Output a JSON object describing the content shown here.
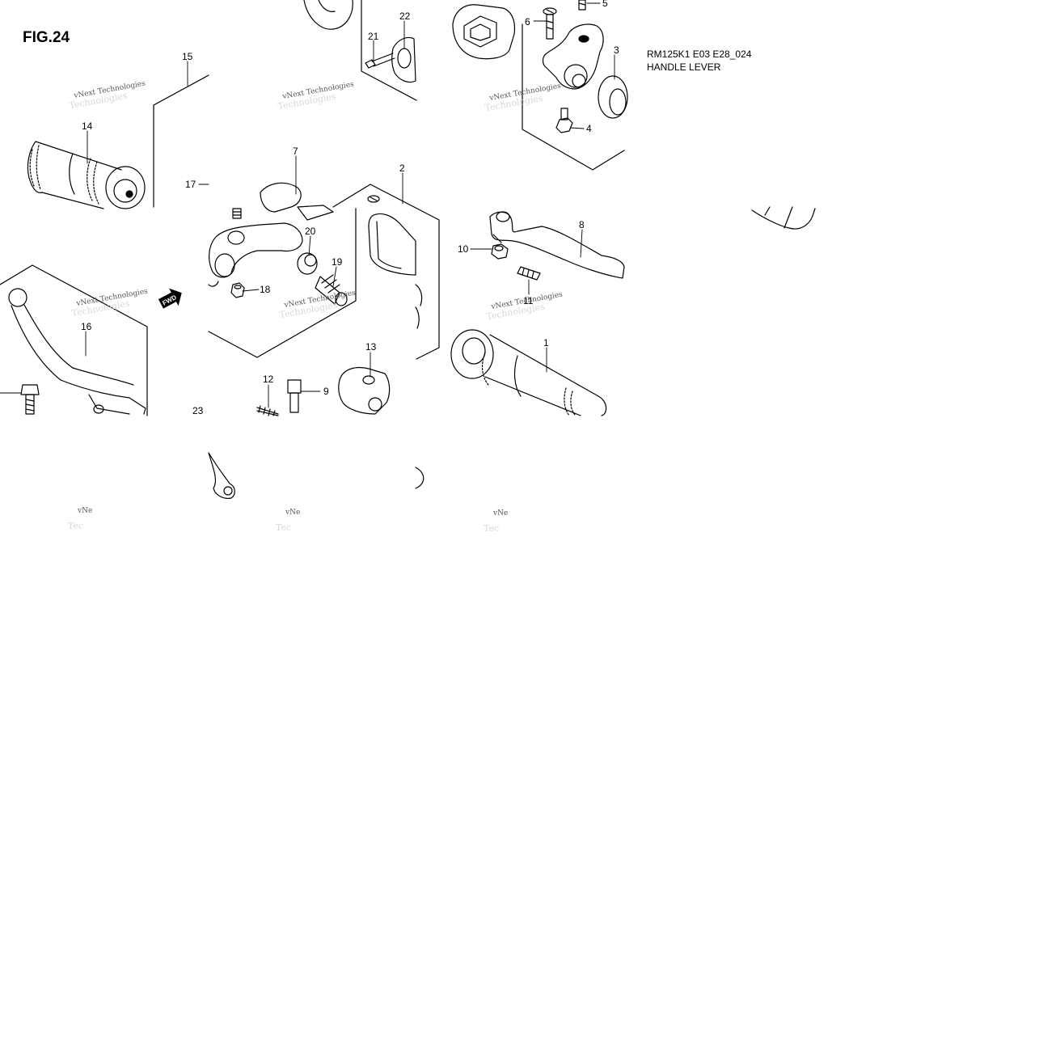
{
  "figure": {
    "title": "FIG.24"
  },
  "reference": {
    "code": "RM125K1 E03 E28_024",
    "name": "HANDLE LEVER"
  },
  "watermark": {
    "text": "vNext Technologies",
    "ghost_text": "Technologies",
    "fragment": "vNe",
    "ghost_fragment": "Tec"
  },
  "fwd_label": "FWD",
  "callouts": [
    {
      "id": "1",
      "label": "1"
    },
    {
      "id": "2",
      "label": "2"
    },
    {
      "id": "3",
      "label": "3"
    },
    {
      "id": "4",
      "label": "4"
    },
    {
      "id": "5",
      "label": "5"
    },
    {
      "id": "6",
      "label": "6"
    },
    {
      "id": "7",
      "label": "7"
    },
    {
      "id": "8",
      "label": "8"
    },
    {
      "id": "9",
      "label": "9"
    },
    {
      "id": "10",
      "label": "10"
    },
    {
      "id": "11",
      "label": "11"
    },
    {
      "id": "12",
      "label": "12"
    },
    {
      "id": "13",
      "label": "13"
    },
    {
      "id": "14",
      "label": "14"
    },
    {
      "id": "15",
      "label": "15"
    },
    {
      "id": "16",
      "label": "16"
    },
    {
      "id": "17",
      "label": "17"
    },
    {
      "id": "18",
      "label": "18"
    },
    {
      "id": "19",
      "label": "19"
    },
    {
      "id": "20",
      "label": "20"
    },
    {
      "id": "21",
      "label": "21"
    },
    {
      "id": "22",
      "label": "22"
    },
    {
      "id": "23",
      "label": "23"
    }
  ]
}
